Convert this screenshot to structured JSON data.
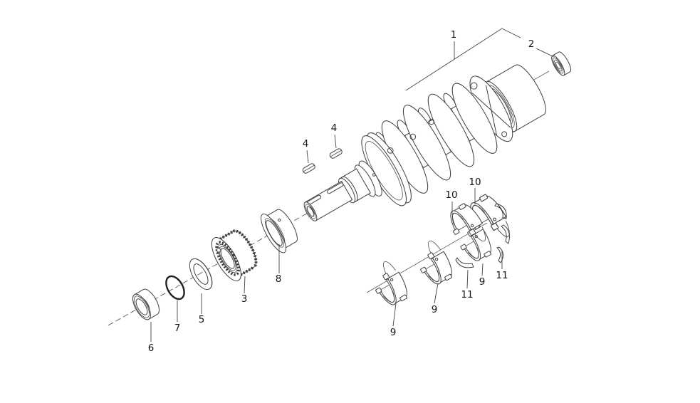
{
  "figure": {
    "kind": "exploded-parts-diagram",
    "colors": {
      "line": "#3f3f3f",
      "background": "#ffffff",
      "text": "#141414"
    },
    "callouts": {
      "c1": "1",
      "c2": "2",
      "c3": "3",
      "c4": "4",
      "c5": "5",
      "c6": "6",
      "c7": "7",
      "c8": "8",
      "c9": "9",
      "c10": "10",
      "c11": "11"
    }
  }
}
